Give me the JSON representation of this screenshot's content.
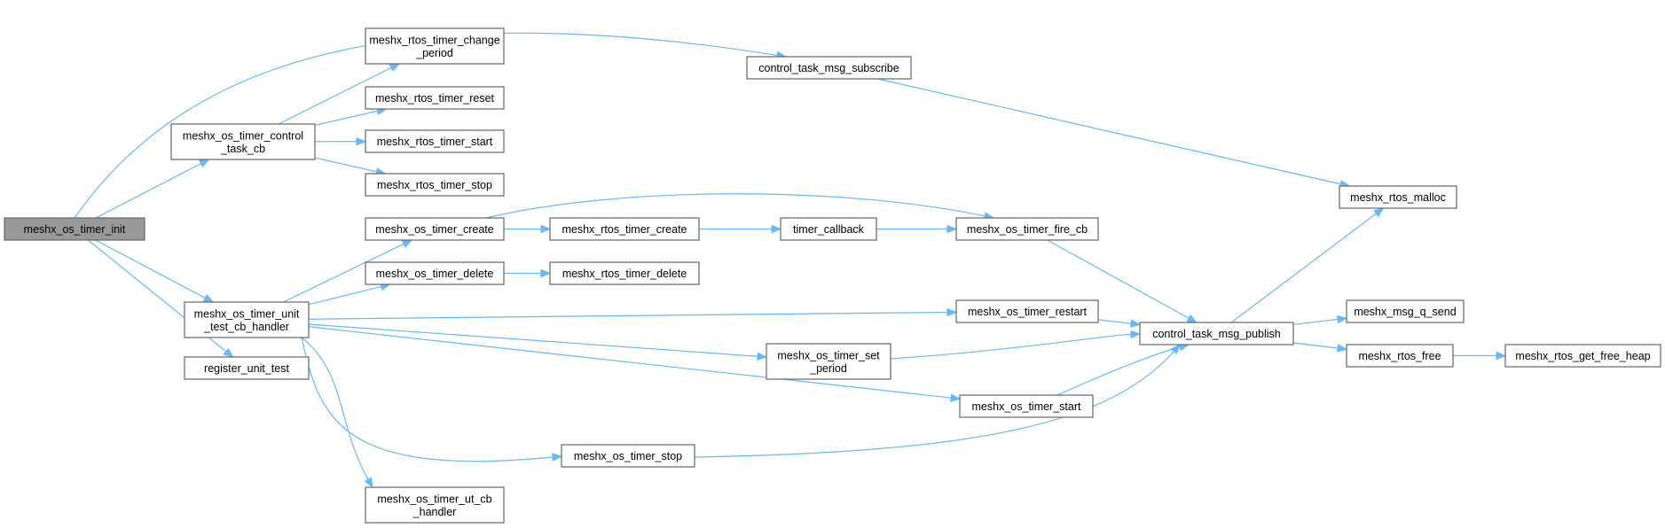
{
  "nodes": [
    {
      "id": "init",
      "lines": [
        "meshx_os_timer_init"
      ],
      "root": true
    },
    {
      "id": "ctrl_cb",
      "lines": [
        "meshx_os_timer_control",
        "_task_cb"
      ]
    },
    {
      "id": "unit_test_cb",
      "lines": [
        "meshx_os_timer_unit",
        "_test_cb_handler"
      ]
    },
    {
      "id": "register",
      "lines": [
        "register_unit_test"
      ]
    },
    {
      "id": "change_period",
      "lines": [
        "meshx_rtos_timer_change",
        "_period"
      ]
    },
    {
      "id": "rtos_reset",
      "lines": [
        "meshx_rtos_timer_reset"
      ]
    },
    {
      "id": "rtos_start",
      "lines": [
        "meshx_rtos_timer_start"
      ]
    },
    {
      "id": "rtos_stop",
      "lines": [
        "meshx_rtos_timer_stop"
      ]
    },
    {
      "id": "os_create",
      "lines": [
        "meshx_os_timer_create"
      ]
    },
    {
      "id": "os_delete",
      "lines": [
        "meshx_os_timer_delete"
      ]
    },
    {
      "id": "ut_cb_handler",
      "lines": [
        "meshx_os_timer_ut_cb",
        "_handler"
      ]
    },
    {
      "id": "rtos_create",
      "lines": [
        "meshx_rtos_timer_create"
      ]
    },
    {
      "id": "rtos_delete",
      "lines": [
        "meshx_rtos_timer_delete"
      ]
    },
    {
      "id": "os_stop",
      "lines": [
        "meshx_os_timer_stop"
      ]
    },
    {
      "id": "timer_callback",
      "lines": [
        "timer_callback"
      ]
    },
    {
      "id": "subscribe",
      "lines": [
        "control_task_msg_subscribe"
      ]
    },
    {
      "id": "set_period",
      "lines": [
        "meshx_os_timer_set",
        "_period"
      ]
    },
    {
      "id": "fire_cb",
      "lines": [
        "meshx_os_timer_fire_cb"
      ]
    },
    {
      "id": "restart",
      "lines": [
        "meshx_os_timer_restart"
      ]
    },
    {
      "id": "os_start",
      "lines": [
        "meshx_os_timer_start"
      ]
    },
    {
      "id": "publish",
      "lines": [
        "control_task_msg_publish"
      ]
    },
    {
      "id": "malloc",
      "lines": [
        "meshx_rtos_malloc"
      ]
    },
    {
      "id": "msg_q_send",
      "lines": [
        "meshx_msg_q_send"
      ]
    },
    {
      "id": "rtos_free",
      "lines": [
        "meshx_rtos_free"
      ]
    },
    {
      "id": "free_heap",
      "lines": [
        "meshx_rtos_get_free_heap"
      ]
    }
  ],
  "edges": [
    [
      "init",
      "subscribe"
    ],
    [
      "init",
      "ctrl_cb"
    ],
    [
      "init",
      "unit_test_cb"
    ],
    [
      "init",
      "register"
    ],
    [
      "ctrl_cb",
      "change_period"
    ],
    [
      "ctrl_cb",
      "rtos_reset"
    ],
    [
      "ctrl_cb",
      "rtos_start"
    ],
    [
      "ctrl_cb",
      "rtos_stop"
    ],
    [
      "unit_test_cb",
      "os_create"
    ],
    [
      "unit_test_cb",
      "os_delete"
    ],
    [
      "unit_test_cb",
      "restart"
    ],
    [
      "unit_test_cb",
      "set_period"
    ],
    [
      "unit_test_cb",
      "os_start"
    ],
    [
      "unit_test_cb",
      "os_stop"
    ],
    [
      "unit_test_cb",
      "ut_cb_handler"
    ],
    [
      "os_create",
      "rtos_create"
    ],
    [
      "os_create",
      "fire_cb"
    ],
    [
      "os_delete",
      "rtos_delete"
    ],
    [
      "rtos_create",
      "timer_callback"
    ],
    [
      "timer_callback",
      "fire_cb"
    ],
    [
      "subscribe",
      "malloc"
    ],
    [
      "fire_cb",
      "publish"
    ],
    [
      "restart",
      "publish"
    ],
    [
      "set_period",
      "publish"
    ],
    [
      "os_start",
      "publish"
    ],
    [
      "os_stop",
      "publish"
    ],
    [
      "publish",
      "malloc"
    ],
    [
      "publish",
      "msg_q_send"
    ],
    [
      "publish",
      "rtos_free"
    ],
    [
      "rtos_free",
      "free_heap"
    ]
  ]
}
